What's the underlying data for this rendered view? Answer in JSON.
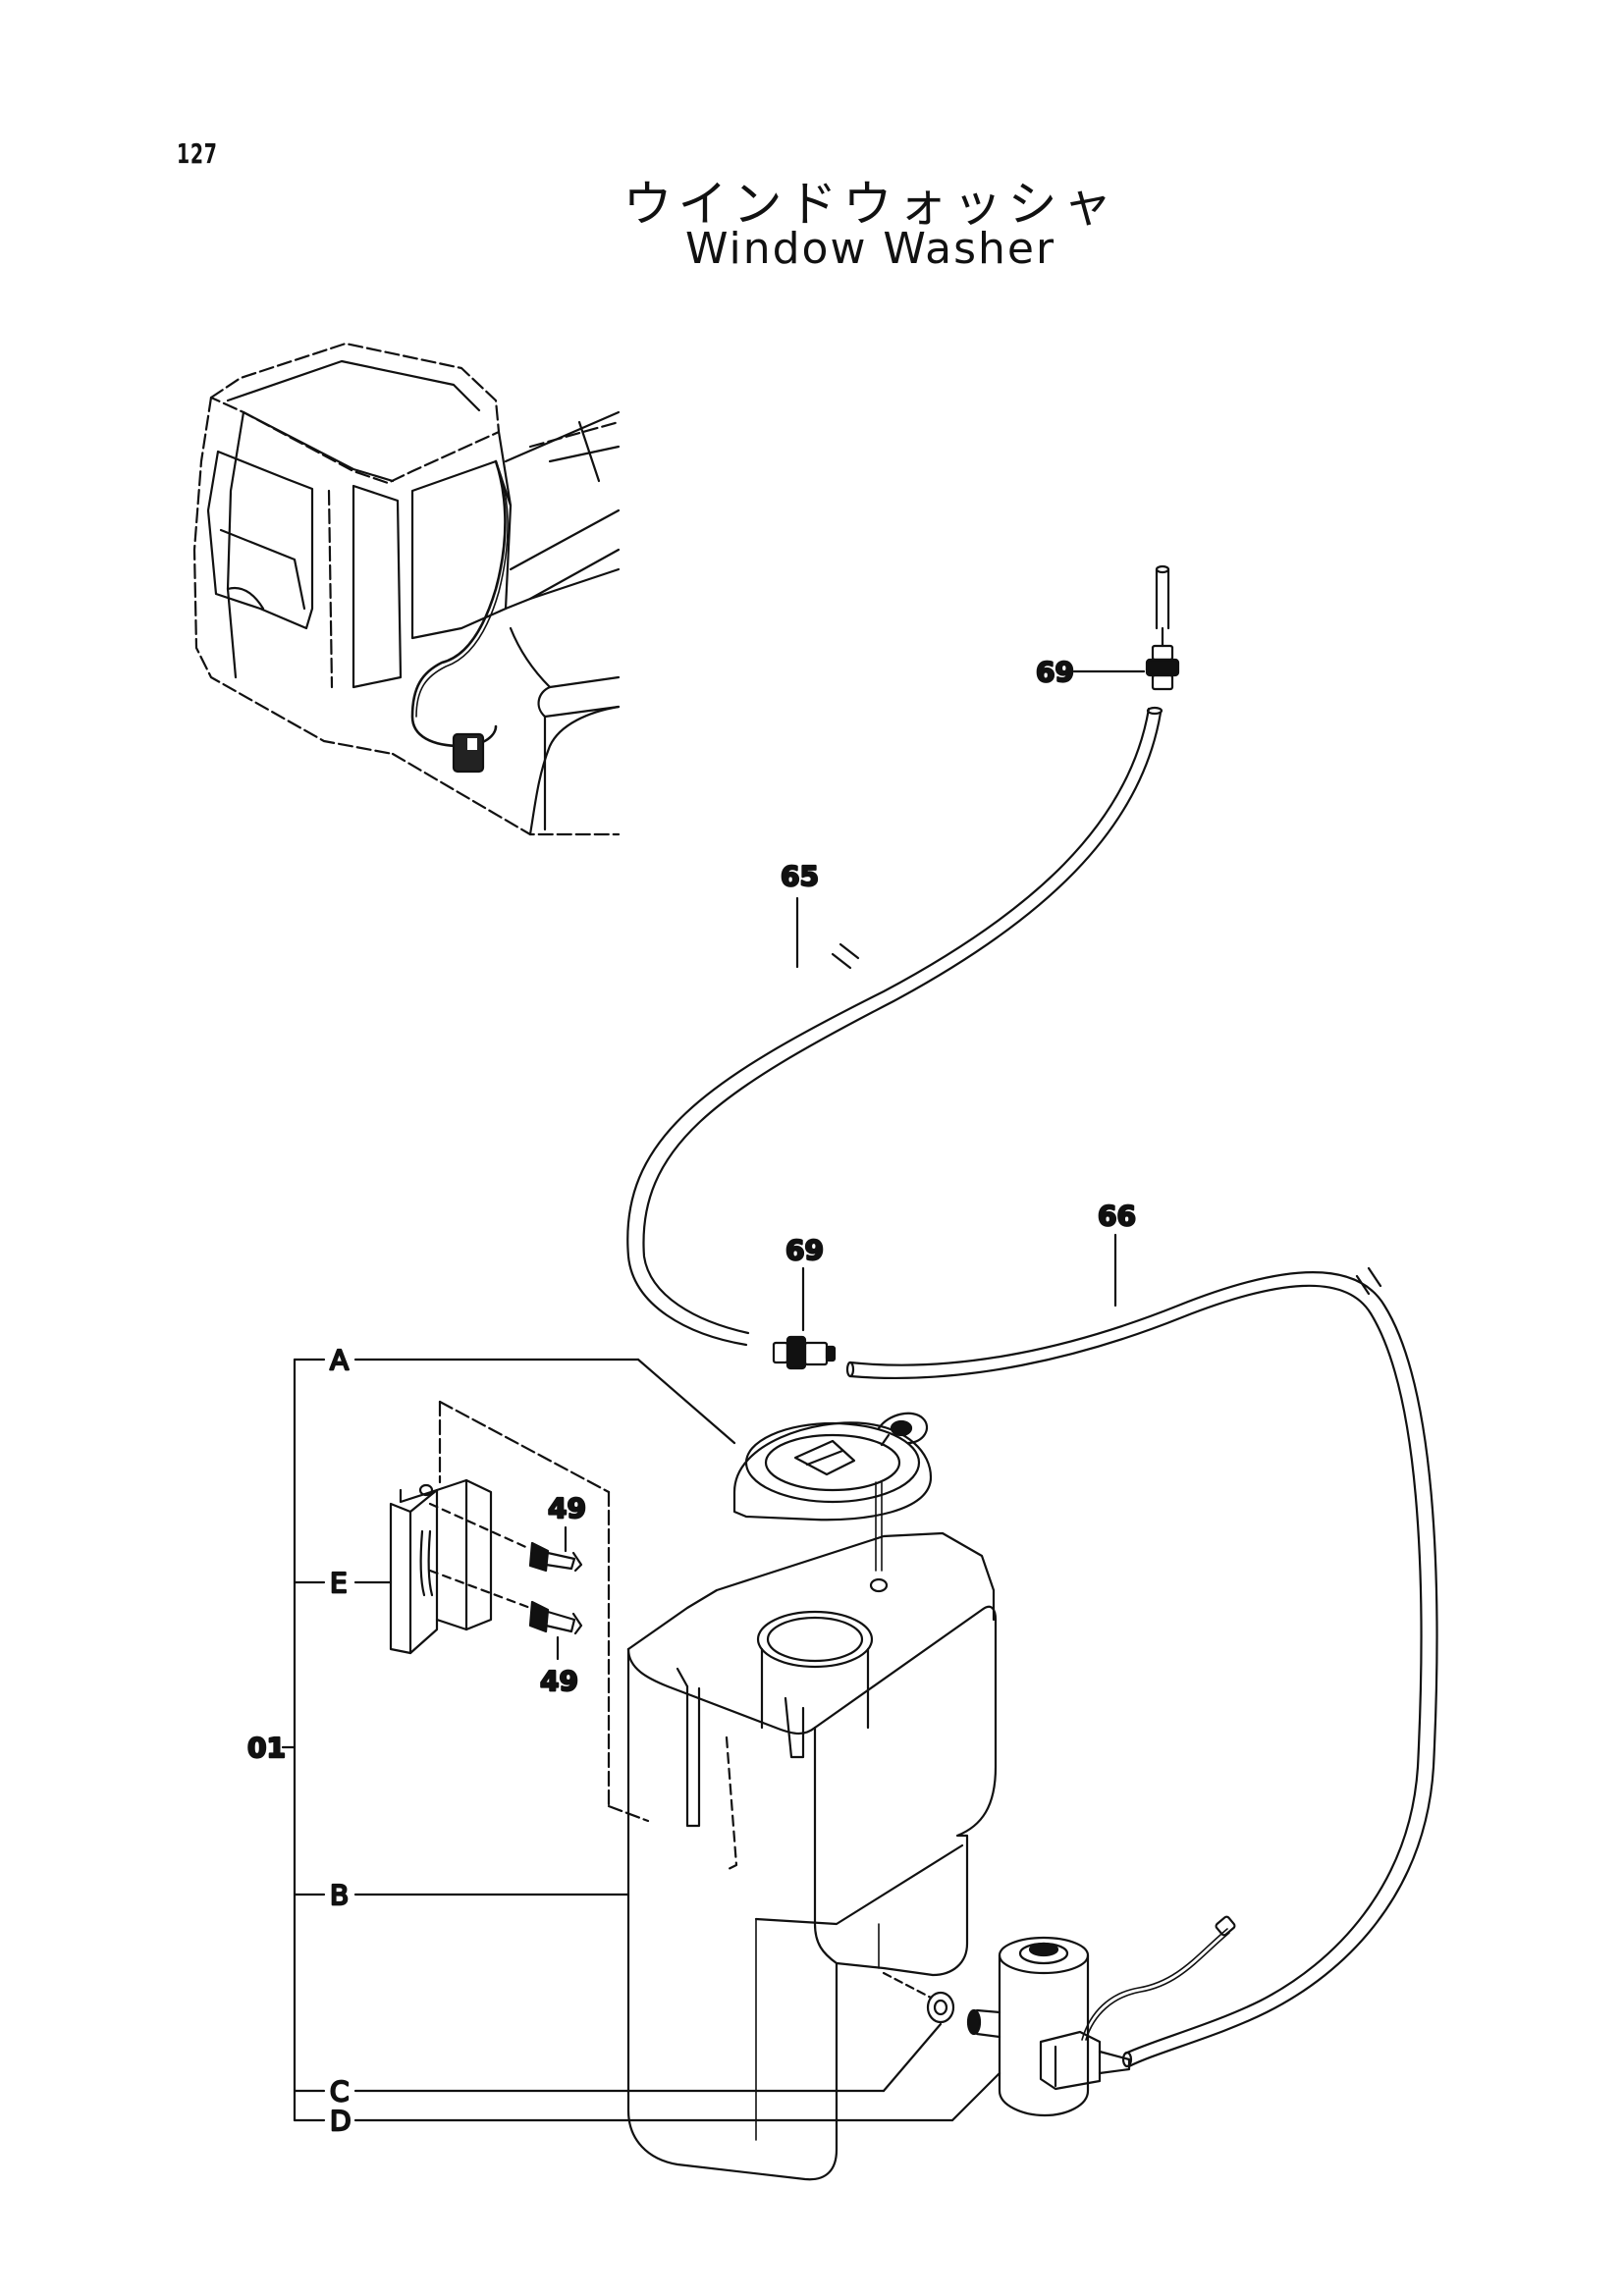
{
  "page_number": "127",
  "title_jp": "ウインドウォッシャ",
  "title_en": "Window Washer",
  "callouts": {
    "hose_upper": "65",
    "hose_lower": "66",
    "connector_top": "69",
    "connector_mid": "69",
    "bolt_top": "49",
    "bolt_bottom": "49",
    "assembly": "01"
  },
  "sub_items": {
    "a": "A",
    "b": "B",
    "c": "C",
    "d": "D",
    "e": "E"
  }
}
